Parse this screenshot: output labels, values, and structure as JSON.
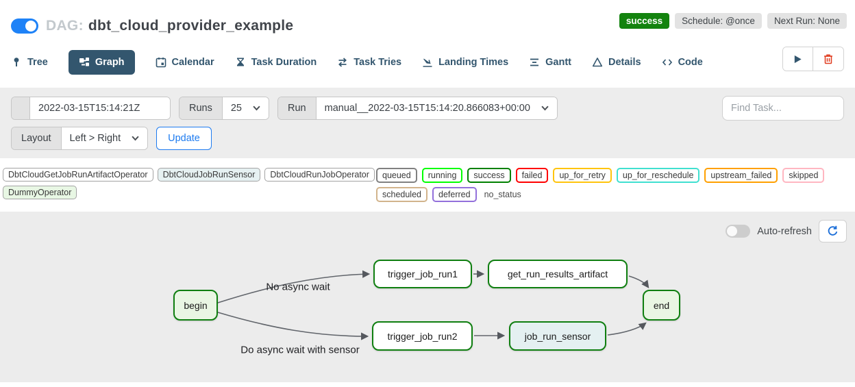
{
  "header": {
    "dag_prefix": "DAG:",
    "dag_id": "dbt_cloud_provider_example",
    "status_badge": "success",
    "status_color": "#13830e",
    "schedule_badge": "Schedule: @once",
    "next_run_badge": "Next Run: None"
  },
  "tabs": [
    {
      "label": "Tree",
      "icon": "tree-icon",
      "active": false
    },
    {
      "label": "Graph",
      "icon": "graph-icon",
      "active": true
    },
    {
      "label": "Calendar",
      "icon": "calendar-icon",
      "active": false
    },
    {
      "label": "Task Duration",
      "icon": "hourglass-icon",
      "active": false
    },
    {
      "label": "Task Tries",
      "icon": "repeat-icon",
      "active": false
    },
    {
      "label": "Landing Times",
      "icon": "landing-icon",
      "active": false
    },
    {
      "label": "Gantt",
      "icon": "gantt-icon",
      "active": false
    },
    {
      "label": "Details",
      "icon": "details-icon",
      "active": false
    },
    {
      "label": "Code",
      "icon": "code-icon",
      "active": false
    }
  ],
  "dag_actions": {
    "trigger_icon": "play-icon",
    "delete_icon": "trash-icon"
  },
  "filters": {
    "base_date_value": "2022-03-15T15:14:21Z",
    "runs_label": "Runs",
    "runs_value": "25",
    "run_label": "Run",
    "run_value": "manual__2022-03-15T15:14:20.866083+00:00",
    "find_task_placeholder": "Find Task...",
    "layout_label": "Layout",
    "layout_value": "Left > Right",
    "update_label": "Update"
  },
  "legend": {
    "operators": [
      {
        "label": "DbtCloudGetJobRunArtifactOperator",
        "fill": "#ffffff"
      },
      {
        "label": "DbtCloudJobRunSensor",
        "fill": "#e6f1f2"
      },
      {
        "label": "DbtCloudRunJobOperator",
        "fill": "#ffffff"
      },
      {
        "label": "DummyOperator",
        "fill": "#e8f7e4"
      }
    ],
    "statuses": [
      {
        "label": "queued",
        "color": "#808080"
      },
      {
        "label": "running",
        "color": "#00ff00"
      },
      {
        "label": "success",
        "color": "#008000"
      },
      {
        "label": "failed",
        "color": "#ff0000"
      },
      {
        "label": "up_for_retry",
        "color": "#ffc40c"
      },
      {
        "label": "up_for_reschedule",
        "color": "#40e0d0"
      },
      {
        "label": "upstream_failed",
        "color": "#ffa000"
      },
      {
        "label": "skipped",
        "color": "#ffb6c1"
      },
      {
        "label": "scheduled",
        "color": "#d2b48c"
      },
      {
        "label": "deferred",
        "color": "#9370db"
      },
      {
        "label": "no_status",
        "color": null
      }
    ]
  },
  "graph": {
    "auto_refresh_label": "Auto-refresh",
    "refresh_icon": "refresh-icon",
    "node_border_color": "#0f7f10",
    "nodes": [
      {
        "id": "begin",
        "label": "begin",
        "fill": "#e9f6e3"
      },
      {
        "id": "trigger_job_run1",
        "label": "trigger_job_run1",
        "fill": "#ffffff"
      },
      {
        "id": "get_run_results_artifact",
        "label": "get_run_results_artifact",
        "fill": "#ffffff"
      },
      {
        "id": "end",
        "label": "end",
        "fill": "#e9f6e3"
      },
      {
        "id": "trigger_job_run2",
        "label": "trigger_job_run2",
        "fill": "#ffffff"
      },
      {
        "id": "job_run_sensor",
        "label": "job_run_sensor",
        "fill": "#e4f0f1"
      }
    ],
    "edge_labels": [
      {
        "id": "no-async",
        "text": "No async wait"
      },
      {
        "id": "async-sensor",
        "text": "Do async wait with sensor"
      }
    ]
  }
}
